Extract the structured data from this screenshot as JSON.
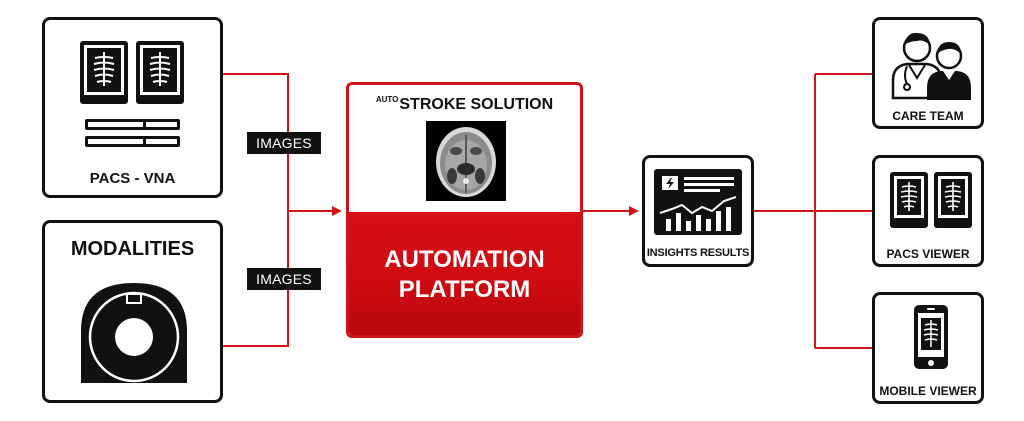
{
  "sources": {
    "pacs_vna": {
      "label": "PACS - VNA"
    },
    "modalities": {
      "label": "MODALITIES"
    }
  },
  "edges": {
    "top_tag": "IMAGES",
    "bottom_tag": "IMAGES"
  },
  "center": {
    "title_prefix": "AUTO",
    "title": "STROKE SOLUTION",
    "platform_line1": "AUTOMATION",
    "platform_line2": "PLATFORM"
  },
  "insights": {
    "label": "INSIGHTS RESULTS"
  },
  "outputs": [
    {
      "label": "CARE TEAM",
      "icon": "care-team-icon"
    },
    {
      "label": "PACS VIEWER",
      "icon": "pacs-viewer-icon"
    },
    {
      "label": "MOBILE VIEWER",
      "icon": "mobile-viewer-icon"
    }
  ],
  "colors": {
    "accent_red": "#d0141a",
    "outline": "#111111",
    "background": "#ffffff"
  }
}
